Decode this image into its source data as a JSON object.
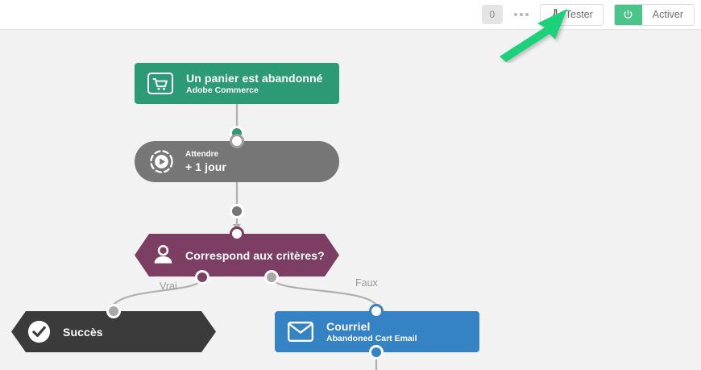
{
  "header": {
    "count_badge": "0",
    "more_icon": "ellipsis-icon",
    "test_button": {
      "label": "Tester",
      "icon": "flask-icon"
    },
    "activate_button": {
      "label": "Activer",
      "icon": "power-icon",
      "accent": "#49c58a"
    }
  },
  "canvas": {
    "background": "#f2f2f2",
    "nodes": [
      {
        "id": "trigger",
        "title": "Un panier est abandonné",
        "subtitle": "Adobe Commerce",
        "icon": "shopping-cart-screen-icon",
        "color": "#2d9a76",
        "shape": "rounded-rect"
      },
      {
        "id": "wait",
        "title": "+ 1 jour",
        "subtitle": "Attendre",
        "icon": "clock-play-icon",
        "color": "#767676",
        "shape": "pill"
      },
      {
        "id": "condition",
        "title": "Correspond aux critères?",
        "subtitle": "",
        "icon": "person-icon",
        "color": "#7c3f63",
        "shape": "hexagon"
      },
      {
        "id": "success",
        "title": "Succès",
        "subtitle": "",
        "icon": "check-circle-icon",
        "color": "#3b3b3b",
        "shape": "hexagon"
      },
      {
        "id": "email",
        "title": "Courriel",
        "subtitle": "Abandoned Cart Email",
        "icon": "envelope-icon",
        "color": "#3583c4",
        "shape": "rounded-rect"
      }
    ],
    "branch_labels": {
      "true": "Vrai",
      "false": "Faux"
    }
  },
  "annotation": {
    "type": "arrow",
    "color": "#1fd17a",
    "points_to": "Tester"
  }
}
